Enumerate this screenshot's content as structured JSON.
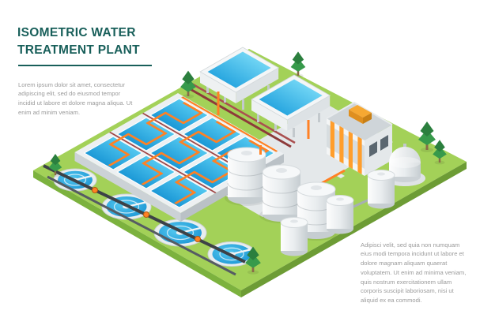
{
  "header": {
    "title_line1": "ISOMETRIC WATER",
    "title_line2": "TREATMENT PLANT"
  },
  "paragraphs": {
    "intro": "Lorem ipsum dolor sit amet, consectetur adipiscing elit, sed do eiusmod tempor incidid ut labore et dolore magna aliqua. Ut enim ad minim veniam.",
    "body": "Adipisci velit, sed quia non numquam eius modi tempora incidunt ut labore et dolore magnam aliquam quaerat voluptatem. Ut enim ad minima veniam, quis nostrum exercitationem ullam corporis suscipit laboriosam, nisi ut aliquid ex ea commodi."
  },
  "illustration": {
    "name": "isometric-water-treatment-plant",
    "colors": {
      "title_teal": "#185f5a",
      "body_text_gray": "#9b9b9b",
      "grass": "#a3d158",
      "grass_edge_left": "#7cb23e",
      "grass_edge_right": "#6d9c35",
      "water_light": "#53c8f0",
      "water_deep": "#1b98d6",
      "pipe_orange": "#ff8124",
      "pipe_maroon": "#8d3a3a",
      "pipe_dark": "#3d4247",
      "tank_white": "#f2f4f5",
      "concrete": "#e4e8ea",
      "building_accent": "#ff9e2c",
      "tree_green": "#2e8b44"
    }
  }
}
